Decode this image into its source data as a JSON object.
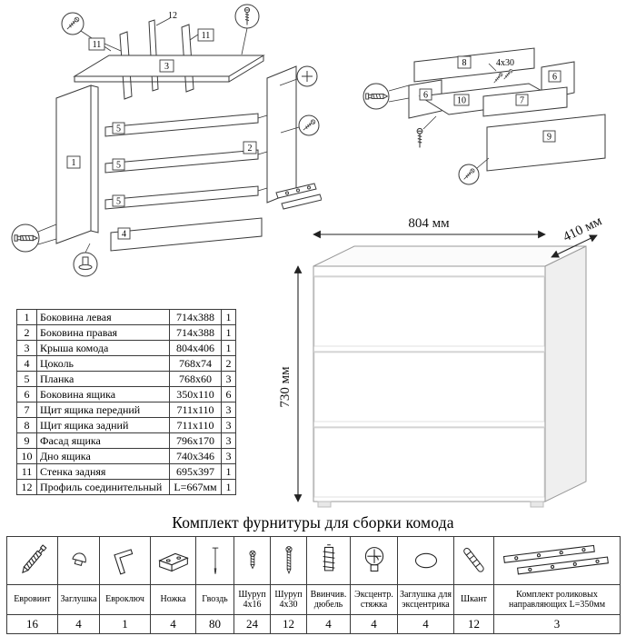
{
  "hardware_title": "Комплект фурнитуры для сборки комода",
  "dimensions": {
    "width": "804 мм",
    "depth": "410 мм",
    "height": "730 мм"
  },
  "frame_diagram": {
    "labels": {
      "p1": "1",
      "p2": "2",
      "p3": "3",
      "p4": "4",
      "p5": "5",
      "p11": "11",
      "p12": "12"
    }
  },
  "drawer_diagram": {
    "labels": {
      "p6": "6",
      "p7": "7",
      "p8": "8",
      "p9": "9",
      "p10": "10",
      "screws": "4x30"
    }
  },
  "parts_table": {
    "rows": [
      {
        "num": "1",
        "name": "Боковина левая",
        "size": "714x388",
        "qty": "1"
      },
      {
        "num": "2",
        "name": "Боковина правая",
        "size": "714x388",
        "qty": "1"
      },
      {
        "num": "3",
        "name": "Крыша комода",
        "size": "804x406",
        "qty": "1"
      },
      {
        "num": "4",
        "name": "Цоколь",
        "size": "768x74",
        "qty": "2"
      },
      {
        "num": "5",
        "name": "Планка",
        "size": "768x60",
        "qty": "3"
      },
      {
        "num": "6",
        "name": "Боковина ящика",
        "size": "350x110",
        "qty": "6"
      },
      {
        "num": "7",
        "name": "Щит ящика передний",
        "size": "711x110",
        "qty": "3"
      },
      {
        "num": "8",
        "name": "Щит ящика задний",
        "size": "711x110",
        "qty": "3"
      },
      {
        "num": "9",
        "name": "Фасад ящика",
        "size": "796x170",
        "qty": "3"
      },
      {
        "num": "10",
        "name": "Дно ящика",
        "size": "740x346",
        "qty": "3"
      },
      {
        "num": "11",
        "name": "Стенка задняя",
        "size": "695x397",
        "qty": "1"
      },
      {
        "num": "12",
        "name": "Профиль соединительный",
        "size": "L=667мм",
        "qty": "1"
      }
    ]
  },
  "hardware_table": {
    "items": [
      {
        "name": "Евровинт",
        "qty": "16",
        "icon": "euro-screw-icon"
      },
      {
        "name": "Заглушка",
        "qty": "4",
        "icon": "cap-icon"
      },
      {
        "name": "Евроключ",
        "qty": "1",
        "icon": "hex-key-icon"
      },
      {
        "name": "Ножка",
        "qty": "4",
        "icon": "leg-icon"
      },
      {
        "name": "Гвоздь",
        "qty": "80",
        "icon": "nail-icon"
      },
      {
        "name": "Шуруп 4x16",
        "qty": "24",
        "icon": "screw-short-icon"
      },
      {
        "name": "Шуруп 4x30",
        "qty": "12",
        "icon": "screw-long-icon"
      },
      {
        "name": "Ввинчив. дюбель",
        "qty": "4",
        "icon": "threaded-dowel-icon"
      },
      {
        "name": "Эксцентр. стяжка",
        "qty": "4",
        "icon": "cam-lock-icon"
      },
      {
        "name": "Заглушка для эксцентрика",
        "qty": "4",
        "icon": "cam-cap-icon"
      },
      {
        "name": "Шкант",
        "qty": "12",
        "icon": "wood-dowel-icon"
      },
      {
        "name": "Комплект роликовых направляющих L=350мм",
        "qty": "3",
        "icon": "roller-guides-icon"
      }
    ]
  }
}
